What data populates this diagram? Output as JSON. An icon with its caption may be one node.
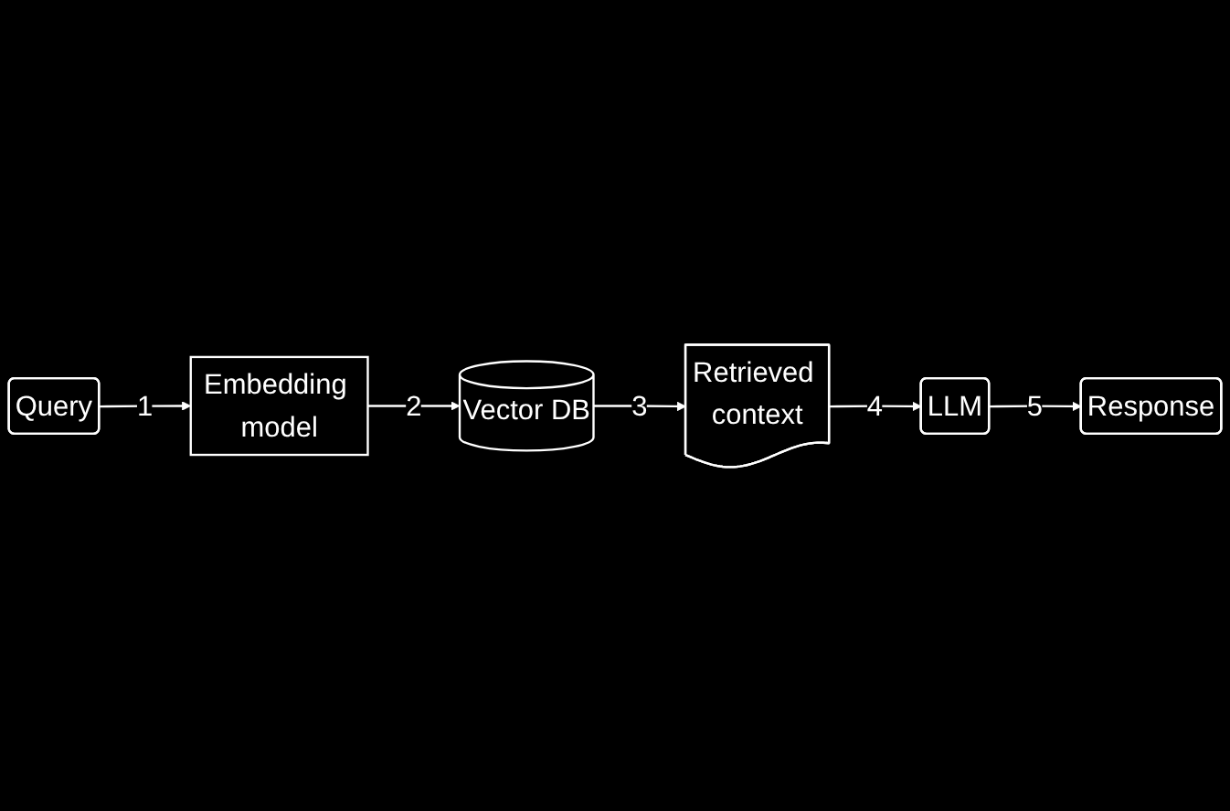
{
  "diagram": {
    "nodes": [
      {
        "text": [
          "Embedding model"
        ]
      },
      {
        "text": [
          "Query"
        ]
      },
      {
        "text": [
          "Vector DB"
        ]
      },
      {
        "text": [
          "Retrieved context"
        ]
      },
      {
        "text": [
          "LLM"
        ]
      },
      {
        "text": [
          "Response"
        ]
      }
    ],
    "edges": [
      {
        "from": 1,
        "to": 0,
        "arrow": "to",
        "label": "1"
      },
      {
        "from": 0,
        "to": 2,
        "arrow": "to",
        "label": "2"
      },
      {
        "from": 2,
        "to": 3,
        "arrow": "to",
        "label": "3"
      },
      {
        "from": 3,
        "to": 4,
        "arrow": "to",
        "label": "4"
      },
      {
        "from": 4,
        "to": 5,
        "arrow": "to",
        "label": "5"
      }
    ]
  }
}
